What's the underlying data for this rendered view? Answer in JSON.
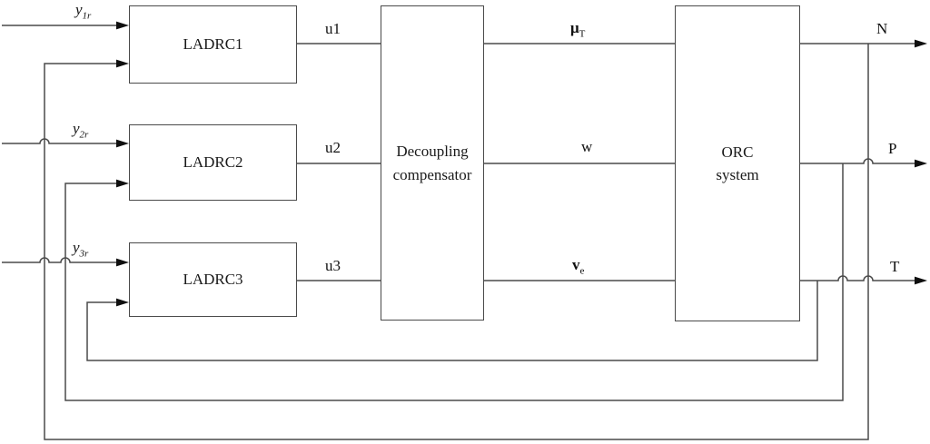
{
  "diagram": {
    "blocks": {
      "ladrc1": {
        "label": "LADRC1"
      },
      "ladrc2": {
        "label": "LADRC2"
      },
      "ladrc3": {
        "label": "LADRC3"
      },
      "decoupling": {
        "line1": "Decoupling",
        "line2": "compensator"
      },
      "orc": {
        "line1": "ORC",
        "line2": "system"
      }
    },
    "signals": {
      "inputs": {
        "y1r": {
          "main": "y",
          "sub": "1r"
        },
        "y2r": {
          "main": "y",
          "sub": "2r"
        },
        "y3r": {
          "main": "y",
          "sub": "3r"
        }
      },
      "controls": {
        "u1": "u1",
        "u2": "u2",
        "u3": "u3"
      },
      "actuators": {
        "muT": {
          "main": "μ",
          "sub": "T"
        },
        "w": {
          "main": "w",
          "sub": ""
        },
        "ve": {
          "main": "v",
          "sub": "e"
        }
      },
      "outputs": {
        "n": "N",
        "p": "P",
        "t": "T"
      }
    },
    "colors": {
      "line": "#4a4a4a",
      "arrow": "#0f0f0f",
      "box_border": "#4a4a4a",
      "background": "#ffffff"
    }
  }
}
